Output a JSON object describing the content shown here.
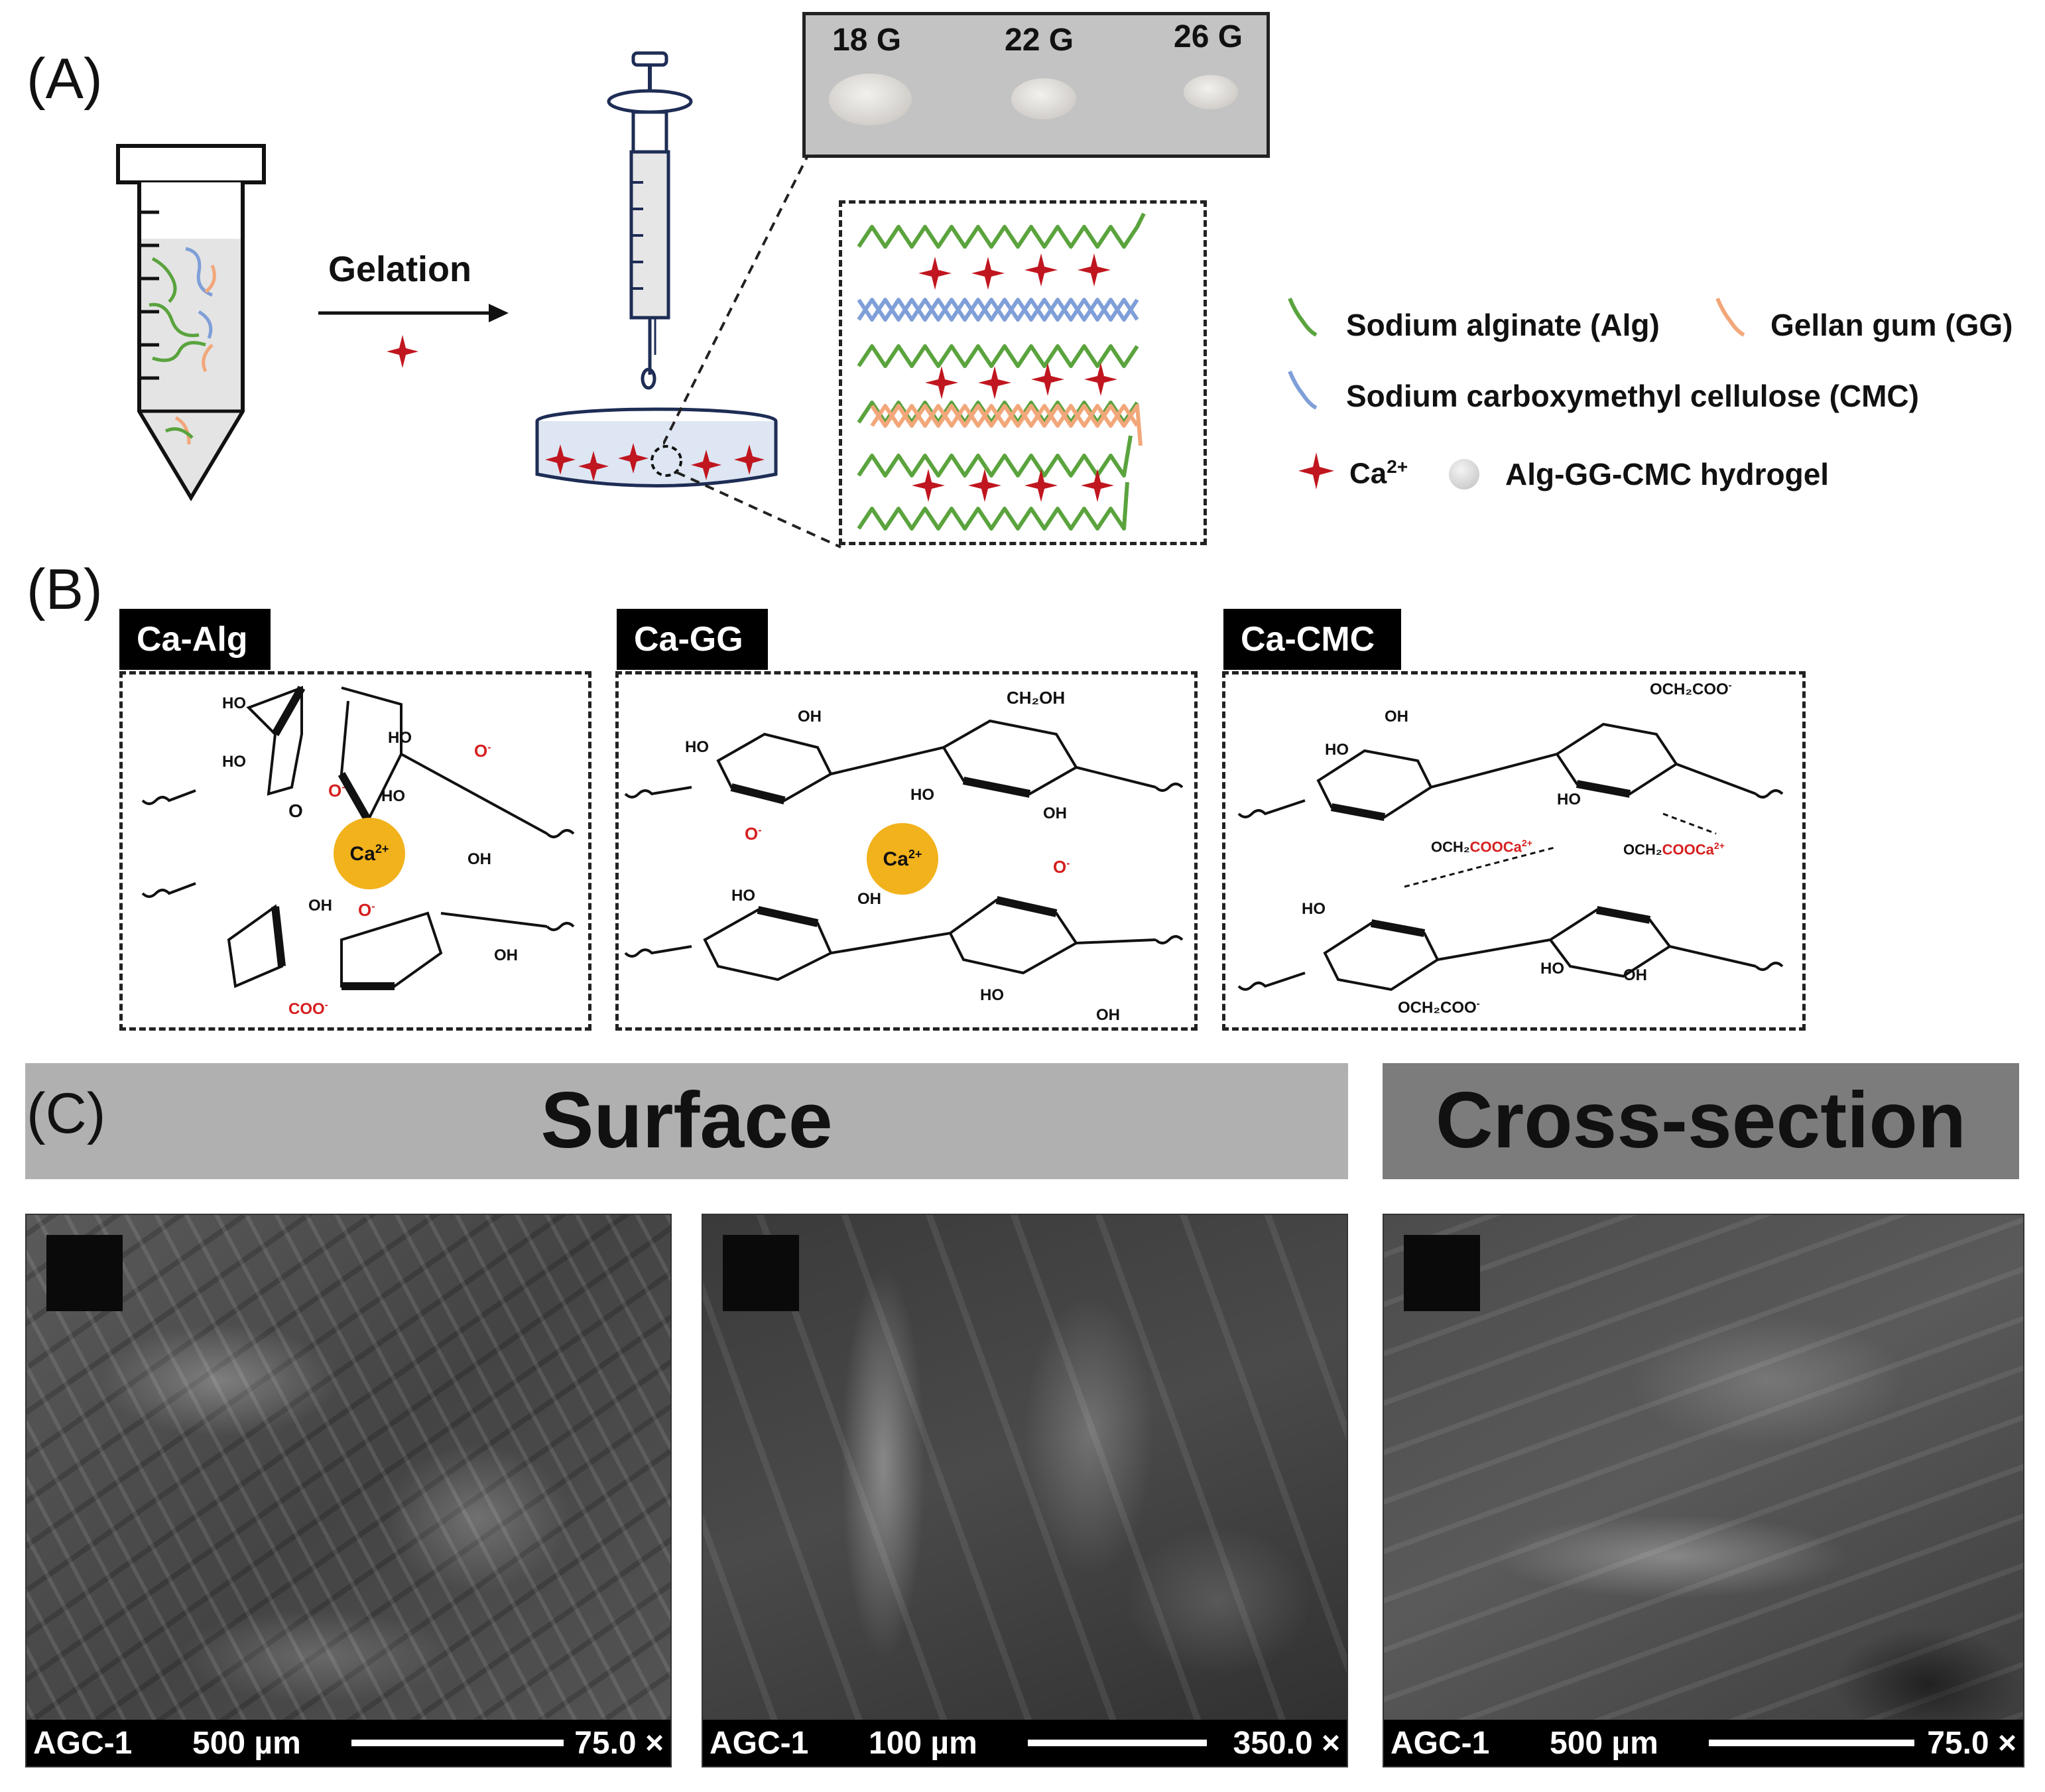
{
  "panelA": {
    "label": "(A)",
    "gelation_label": "Gelation",
    "needle_gauges": [
      "18 G",
      "22 G",
      "26 G"
    ],
    "legend": {
      "alginate": "Sodium alginate (Alg)",
      "gellan": "Gellan gum (GG)",
      "cmc": "Sodium carboxymethyl cellulose (CMC)",
      "calcium": "Ca",
      "calcium_sup": "2+",
      "hydrogel": "Alg-GG-CMC hydrogel"
    },
    "colors": {
      "alginate": "#5aa33d",
      "cmc": "#7f9fd8",
      "gellan": "#f2a77a",
      "calcium": "#c0161f"
    }
  },
  "panelB": {
    "label": "(B)",
    "boxes": [
      {
        "title": "Ca-Alg"
      },
      {
        "title": "Ca-GG"
      },
      {
        "title": "Ca-CMC"
      }
    ],
    "ca_label": "Ca",
    "ca_sup": "2+",
    "chem": {
      "ho": "HO",
      "oh": "OH",
      "o": "O",
      "o_minus": "O",
      "minus": "-",
      "coo": "COO",
      "ch2oh": "CH₂OH",
      "och2coo": "OCH₂COO",
      "och2cooca_a": "OCH₂",
      "och2cooca_b": "COOCa",
      "sup2": "2+"
    }
  },
  "panelC": {
    "label": "(C)",
    "surface_header": "Surface",
    "cross_header": "Cross-section",
    "images": [
      {
        "sample": "AGC-1",
        "scale": "500 µm",
        "mag": "75.0 ×"
      },
      {
        "sample": "AGC-1",
        "scale": "100 µm",
        "mag": "350.0 ×"
      },
      {
        "sample": "AGC-1",
        "scale": "500 µm",
        "mag": "75.0 ×"
      }
    ]
  }
}
